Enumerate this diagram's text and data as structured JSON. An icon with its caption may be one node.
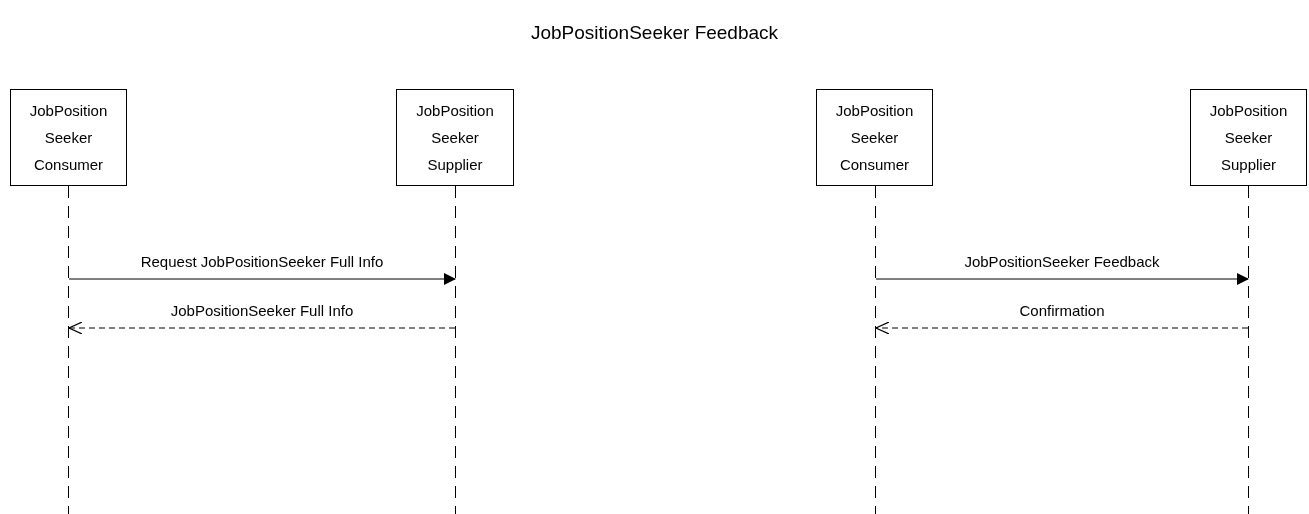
{
  "diagram": {
    "title": "JobPositionSeeker Feedback",
    "nodes": [
      {
        "text": [
          "JobPosition Seeker Consumer"
        ]
      },
      {
        "text": [
          "JobPosition Seeker Supplier"
        ]
      },
      {
        "text": [
          "JobPosition Seeker Consumer"
        ]
      },
      {
        "text": [
          "JobPosition Seeker Supplier"
        ]
      },
      {
        "text": [],
        "shape": "bar"
      },
      {
        "text": [],
        "shape": "bar"
      },
      {
        "text": [],
        "shape": "bar"
      },
      {
        "text": [],
        "shape": "bar"
      }
    ],
    "edges": [
      {
        "from": 4,
        "to": 5,
        "arrow": "to",
        "label": "Request JobPositionSeeker Full Info"
      },
      {
        "from": 5,
        "to": 4,
        "arrow": "to",
        "label": "JobPositionSeeker Full Info",
        "style": "dashed"
      },
      {
        "from": 6,
        "to": 7,
        "arrow": "to",
        "label": "JobPositionSeeker Feedback"
      },
      {
        "from": 7,
        "to": 6,
        "arrow": "to",
        "label": "Confirmation",
        "style": "dashed"
      }
    ]
  }
}
